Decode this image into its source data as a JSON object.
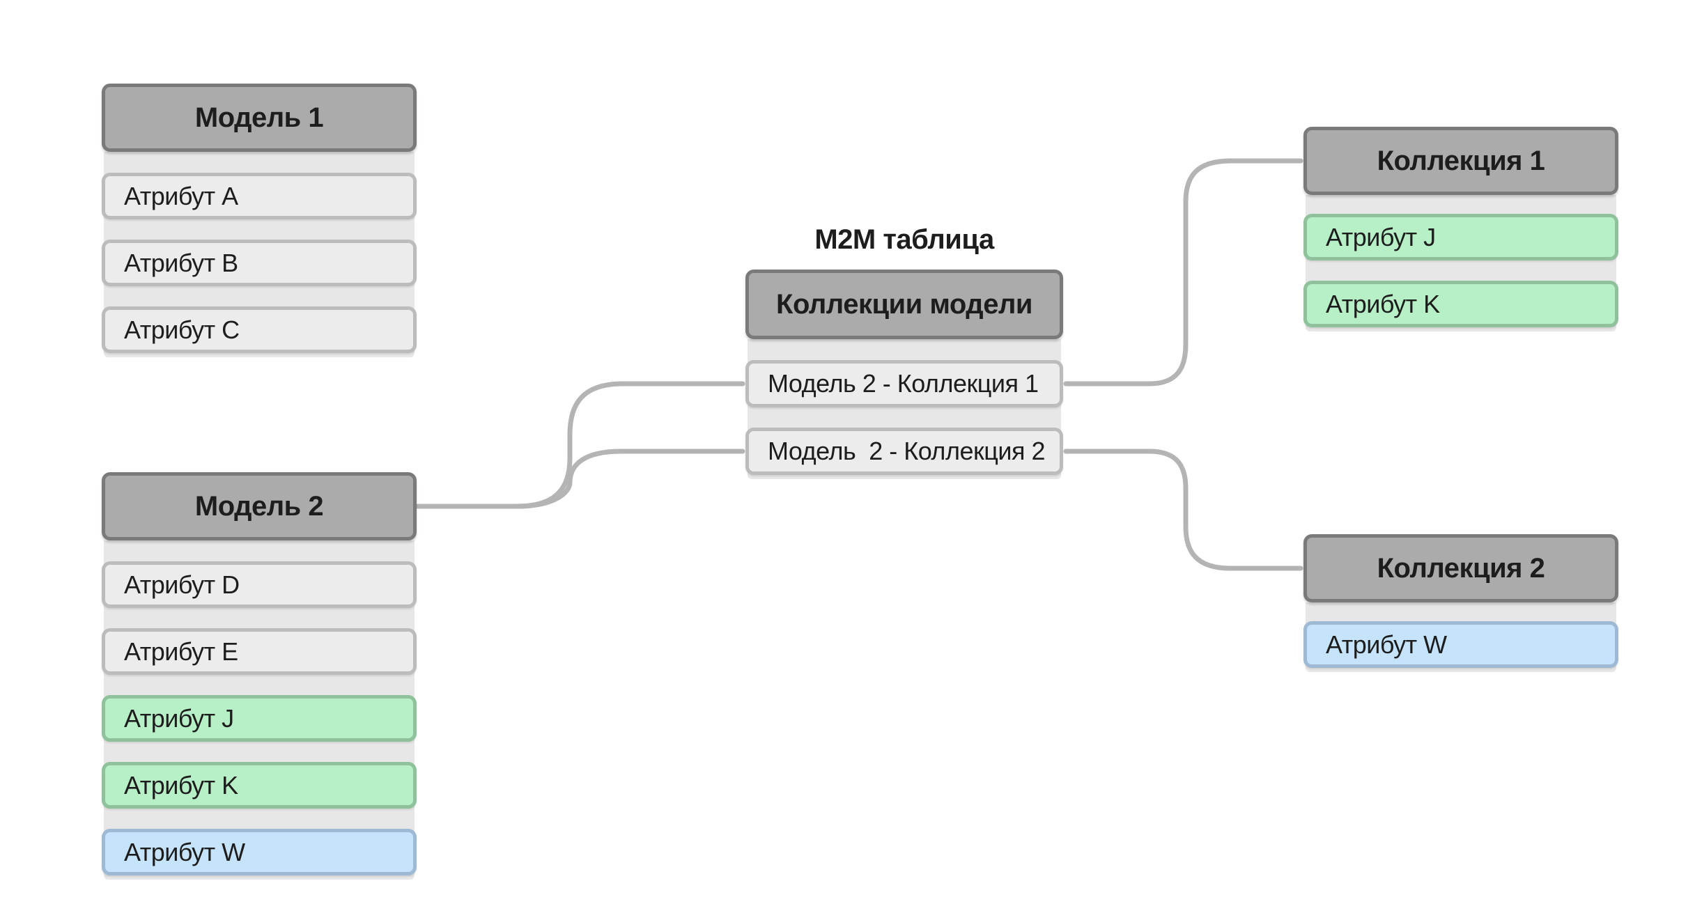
{
  "diagram": {
    "m2m_caption": "M2M таблица",
    "tables": [
      {
        "key": "model1",
        "title": "Модель 1",
        "rows": [
          {
            "label": "Атрибут A",
            "color": "gray"
          },
          {
            "label": "Атрибут B",
            "color": "gray"
          },
          {
            "label": "Атрибут C",
            "color": "gray"
          }
        ]
      },
      {
        "key": "model2",
        "title": "Модель 2",
        "rows": [
          {
            "label": "Атрибут D",
            "color": "gray"
          },
          {
            "label": "Атрибут E",
            "color": "gray"
          },
          {
            "label": "Атрибут J",
            "color": "green"
          },
          {
            "label": "Атрибут K",
            "color": "green"
          },
          {
            "label": "Атрибут W",
            "color": "blue"
          }
        ]
      },
      {
        "key": "m2m",
        "title": "Коллекции модели",
        "rows": [
          {
            "label": "Модель 2 - Коллекция 1",
            "color": "gray"
          },
          {
            "label": "Модель  2 - Коллекция 2",
            "color": "gray"
          }
        ]
      },
      {
        "key": "collection1",
        "title": "Коллекция 1",
        "rows": [
          {
            "label": "Атрибут J",
            "color": "green"
          },
          {
            "label": "Атрибут K",
            "color": "green"
          }
        ]
      },
      {
        "key": "collection2",
        "title": "Коллекция 2",
        "rows": [
          {
            "label": "Атрибут W",
            "color": "blue"
          }
        ]
      }
    ],
    "edges": [
      {
        "from": "Модель 2",
        "to": "Модель 2 - Коллекция 1"
      },
      {
        "from": "Модель 2",
        "to": "Модель  2 - Коллекция 2"
      },
      {
        "from": "Модель 2 - Коллекция 1",
        "to": "Коллекция 1"
      },
      {
        "from": "Модель  2 - Коллекция 2",
        "to": "Коллекция 2"
      }
    ],
    "colors": {
      "background": "#ffffff",
      "header_fill": "#ababab",
      "header_border": "#7a7a7a",
      "row_fill": "#ececec",
      "row_border": "#bcbcbc",
      "body_strip": "#e7e7e7",
      "green_fill": "#b7f0c6",
      "green_border": "#8fc19d",
      "blue_fill": "#c5e4fb",
      "blue_border": "#9db9d4",
      "connector": "#b4b4b4",
      "text": "#1d1d1d"
    }
  }
}
